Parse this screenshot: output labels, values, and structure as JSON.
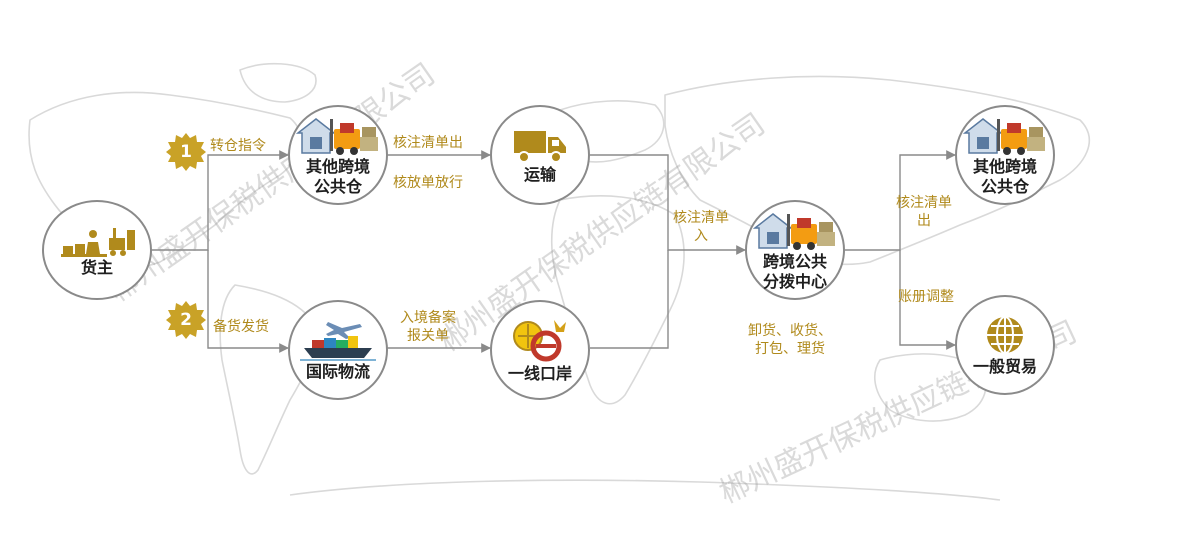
{
  "colors": {
    "accent": "#b08a1c",
    "gold": "#c9a227",
    "border": "#8a8a8a",
    "arrow": "#8a8a8a",
    "map": "#d9d9d9",
    "orange": "#f39c12"
  },
  "nodes": {
    "owner": {
      "label": "货主",
      "icon": "owner-warehouse-icon"
    },
    "other_warehouse_top": {
      "label_line1": "其他跨境",
      "label_line2": "公共仓",
      "icon": "warehouse-forklift-icon"
    },
    "intl_logistics": {
      "label": "国际物流",
      "icon": "cargo-ship-plane-icon"
    },
    "transport": {
      "label": "运输",
      "icon": "truck-icon"
    },
    "port": {
      "label": "一线口岸",
      "icon": "customs-e-logo-icon"
    },
    "hub": {
      "label_line1": "跨境公共",
      "label_line2": "分拨中心",
      "icon": "warehouse-forklift-icon"
    },
    "other_warehouse_right": {
      "label_line1": "其他跨境",
      "label_line2": "公共仓",
      "icon": "warehouse-forklift-icon"
    },
    "general_trade": {
      "label": "一般贸易",
      "icon": "globe-icon"
    }
  },
  "badges": {
    "one": "1",
    "two": "2"
  },
  "edge_labels": {
    "transfer_order": "转仓指令",
    "stock_shipping": "备货发货",
    "verify_out": "核注清单出",
    "verify_release": "核放单放行",
    "entry_filing_l1": "入境备案",
    "entry_filing_l2": "报关单",
    "verify_in_l1": "核注清单",
    "verify_in_l2": "入",
    "verify_out2_l1": "核注清单",
    "verify_out2_l2": "出",
    "ledger_adjust": "账册调整",
    "hub_ops_l1": "卸货、收货、",
    "hub_ops_l2": "打包、理货"
  },
  "watermark": {
    "text": "郴州盛开保税供应链有限公司"
  }
}
